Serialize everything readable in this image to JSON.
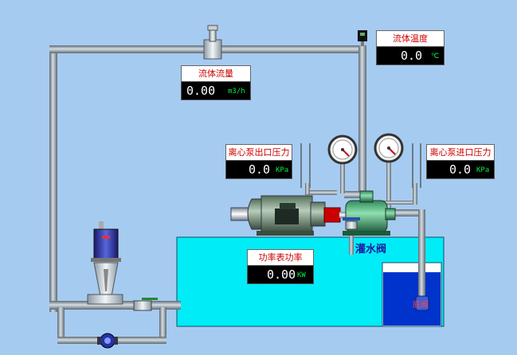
{
  "readouts": {
    "flow_rate": {
      "title": "流体流量",
      "value": "0.00",
      "unit": "m3/h"
    },
    "fluid_temp": {
      "title": "流体温度",
      "value": "0.0",
      "unit": "℃"
    },
    "outlet_pressure": {
      "title": "离心泵出口压力",
      "value": "0.0",
      "unit": "KPa"
    },
    "inlet_pressure": {
      "title": "离心泵进口压力",
      "value": "0.0",
      "unit": "KPa"
    },
    "power": {
      "title": "功率表功率",
      "value": "0.00",
      "unit": "KW"
    }
  },
  "labels": {
    "priming_valve": "灌水阀",
    "bottom_valve": "底阀"
  },
  "colors": {
    "background": "#a6cbf1",
    "tank_water": "#00ecf6",
    "sump_water": "#0033cc",
    "pipe": "#8a9aa6",
    "title_text": "#cc0000",
    "unit_text": "#00ee44"
  },
  "icons": [
    "flow-sensor-icon",
    "temperature-sensor-icon",
    "pressure-gauge-icon",
    "motor-icon",
    "centrifugal-pump-icon",
    "regulating-valve-icon",
    "ball-valve-icon",
    "flow-meter-icon"
  ]
}
